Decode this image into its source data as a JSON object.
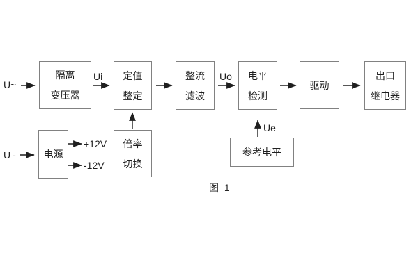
{
  "figure": {
    "caption": "图 1",
    "inputs": {
      "ac_label": "U~",
      "dc_label": "U-"
    },
    "signals": {
      "ui": "Ui",
      "uo": "Uo",
      "ue": "Ue"
    },
    "power_rails": {
      "positive": "+12V",
      "negative": "-12V"
    },
    "blocks": {
      "isolation_transformer": {
        "lines": [
          "隔离",
          "变压器"
        ]
      },
      "value_setting": {
        "lines": [
          "定值",
          "整定"
        ]
      },
      "rectify_filter": {
        "lines": [
          "整流",
          "滤波"
        ]
      },
      "level_detect": {
        "lines": [
          "电平",
          "检测"
        ]
      },
      "drive": {
        "lines": [
          "驱动"
        ]
      },
      "output_relay": {
        "lines": [
          "出口",
          "继电器"
        ]
      },
      "power_supply": {
        "lines": [
          "电源"
        ]
      },
      "ratio_switch": {
        "lines": [
          "倍率",
          "切换"
        ]
      },
      "reference_level": {
        "lines": [
          "参考电平"
        ]
      }
    },
    "colors": {
      "background": "#ffffff",
      "box_border": "#818181",
      "text": "#1f1f1f",
      "arrow": "#1f1f1f"
    }
  }
}
